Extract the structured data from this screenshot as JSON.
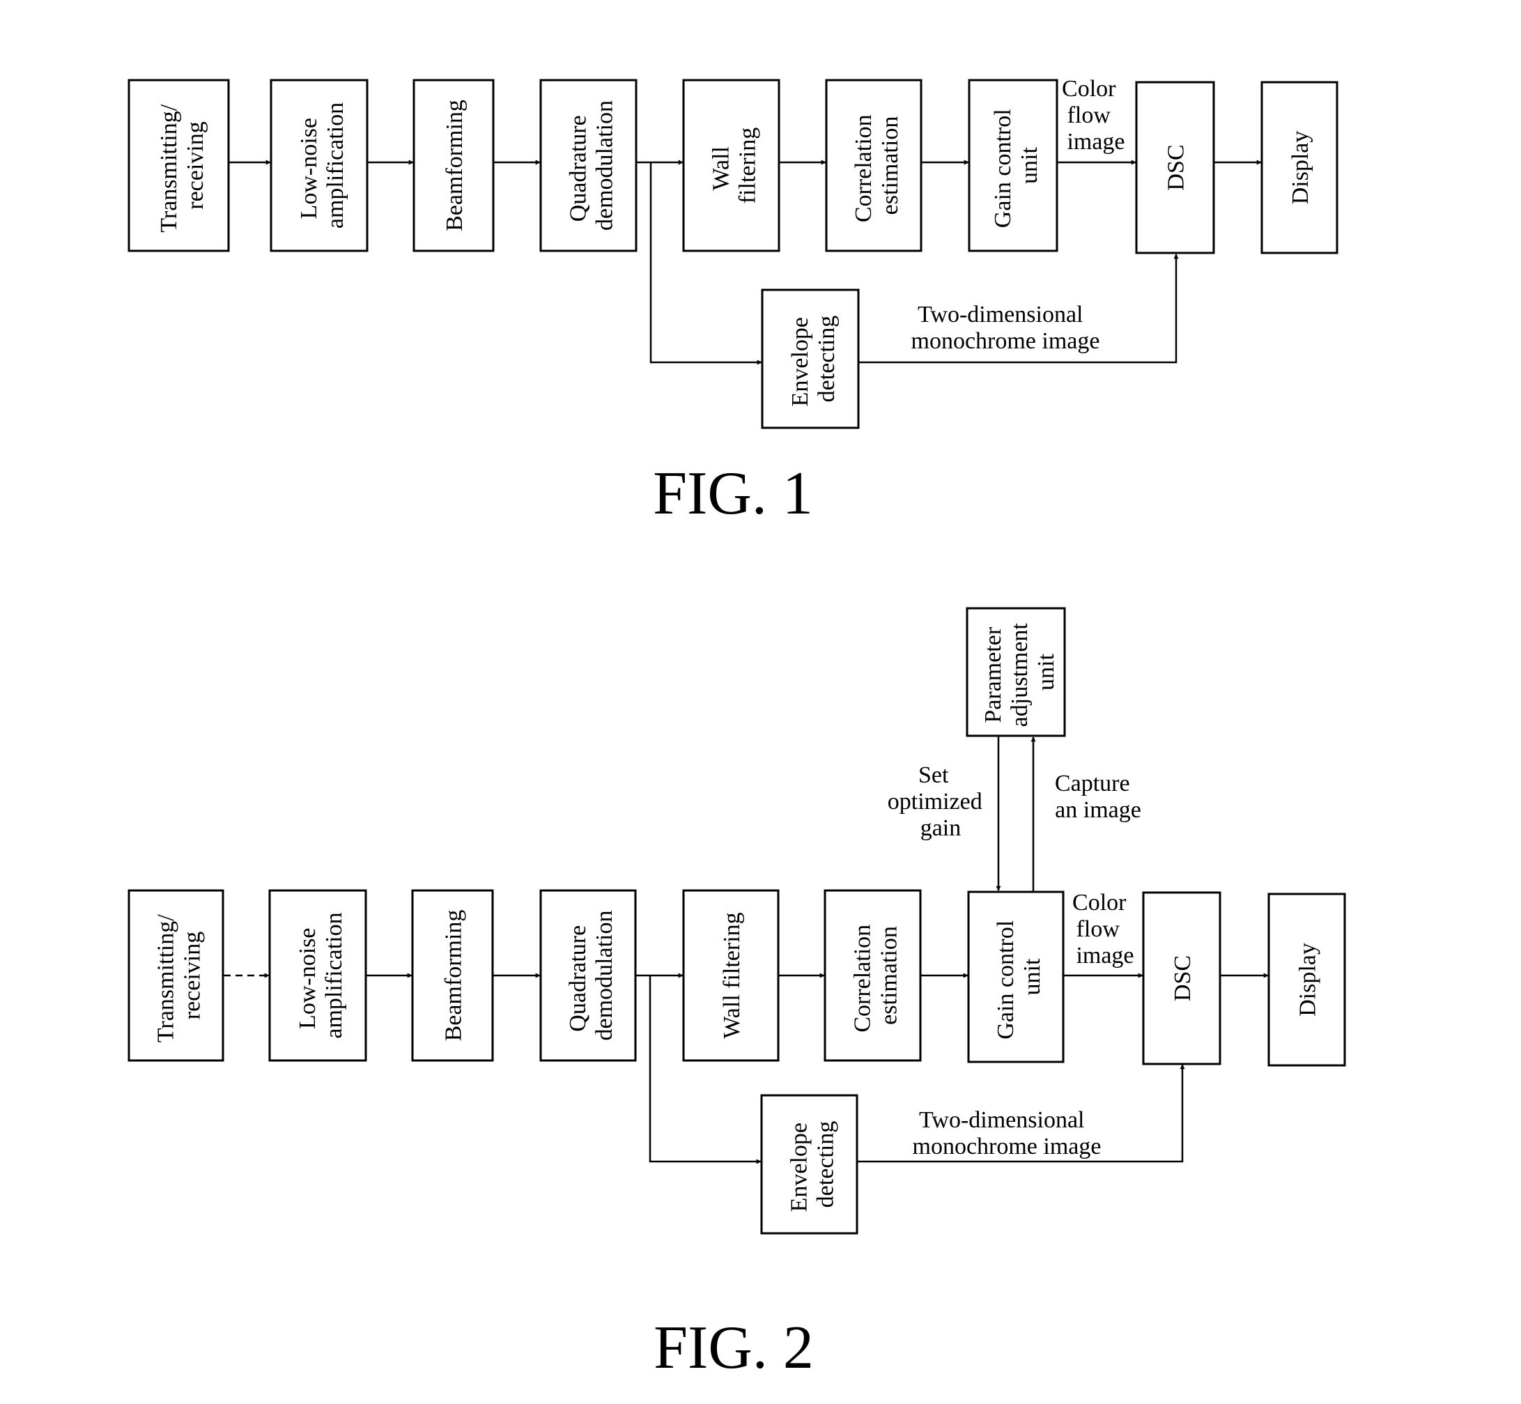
{
  "fig1": {
    "caption": "FIG. 1",
    "blocks": {
      "tx": [
        "Transmitting/",
        "receiving"
      ],
      "lna": [
        "Low-noise",
        "amplification"
      ],
      "bf": [
        "Beamforming"
      ],
      "qd": [
        "Quadrature",
        "demodulation"
      ],
      "wf": [
        "Wall",
        "filtering"
      ],
      "ce": [
        "Correlation",
        "estimation"
      ],
      "gc": [
        "Gain control",
        "unit"
      ],
      "dsc": [
        "DSC"
      ],
      "disp": [
        "Display"
      ],
      "env": [
        "Envelope",
        "detecting"
      ]
    },
    "labels": {
      "color_flow": [
        "Color",
        "flow",
        "image"
      ],
      "mono": [
        "Two-dimensional",
        "monochrome image"
      ]
    }
  },
  "fig2": {
    "caption": "FIG. 2",
    "blocks": {
      "tx": [
        "Transmitting/",
        "receiving"
      ],
      "lna": [
        "Low-noise",
        "amplification"
      ],
      "bf": [
        "Beamforming"
      ],
      "qd": [
        "Quadrature",
        "demodulation"
      ],
      "wf": [
        "Wall filtering"
      ],
      "ce": [
        "Correlation",
        "estimation"
      ],
      "gc": [
        "Gain control",
        "unit"
      ],
      "dsc": [
        "DSC"
      ],
      "disp": [
        "Display"
      ],
      "env": [
        "Envelope",
        "detecting"
      ],
      "pa": [
        "Parameter",
        "adjustment",
        "unit"
      ]
    },
    "labels": {
      "color_flow": [
        "Color",
        "flow",
        "image"
      ],
      "mono": [
        "Two-dimensional",
        "monochrome image"
      ],
      "set_gain": [
        "Set",
        "optimized",
        "gain"
      ],
      "capture": [
        "Capture",
        "an image"
      ]
    }
  }
}
